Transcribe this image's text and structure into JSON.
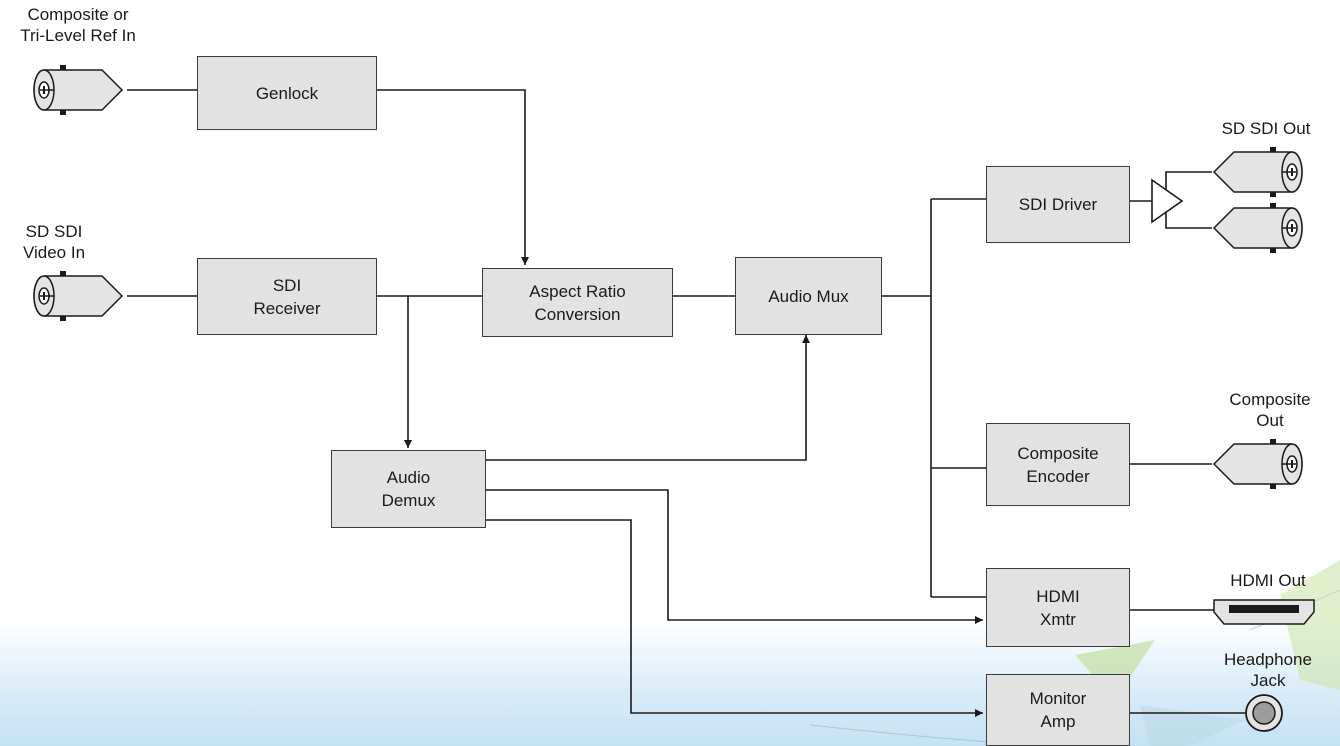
{
  "blocks": {
    "genlock": "Genlock",
    "sdi_receiver": "SDI\nReceiver",
    "aspect_ratio": "Aspect Ratio\nConversion",
    "audio_mux": "Audio Mux",
    "audio_demux": "Audio\nDemux",
    "sdi_driver": "SDI Driver",
    "composite_encoder": "Composite\nEncoder",
    "hdmi_xmtr": "HDMI\nXmtr",
    "monitor_amp": "Monitor\nAmp"
  },
  "labels": {
    "ref_in": "Composite or\nTri-Level Ref In",
    "sdi_in": "SD SDI\nVideo In",
    "sdi_out": "SD SDI Out",
    "composite_out": "Composite\nOut",
    "hdmi_out": "HDMI Out",
    "headphone": "Headphone\nJack"
  },
  "icons": {
    "input": "bnc-connector-icon",
    "output": "bnc-connector-icon",
    "hdmi": "hdmi-port-icon",
    "headphone": "headphone-jack-icon",
    "amplifier": "amplifier-triangle-icon"
  },
  "colors": {
    "block_fill": "#e2e2e2",
    "line": "#1a1a1a",
    "connector_fill": "#e4e4e4"
  }
}
